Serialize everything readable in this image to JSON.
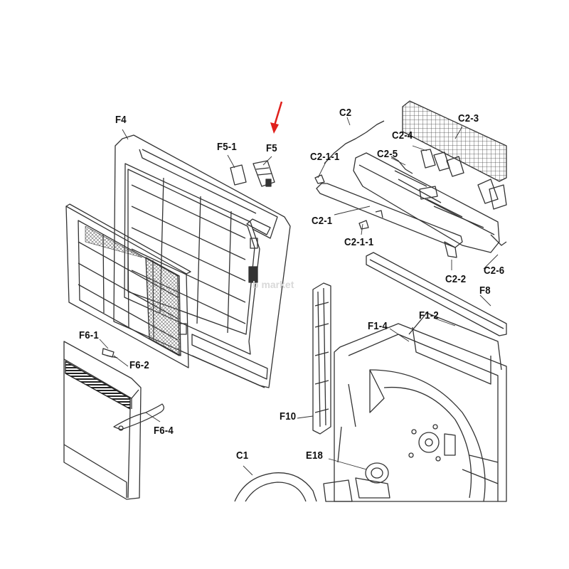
{
  "diagram": {
    "labels": {
      "F4": "F4",
      "F5_1": "F5-1",
      "F5": "F5",
      "C2": "C2",
      "C2_3": "C2-3",
      "C2_4": "C2-4",
      "C2_5": "C2-5",
      "C2_1_1_top": "C2-1-1",
      "C2_1": "C2-1",
      "C2_1_1_bottom": "C2-1-1",
      "C2_2": "C2-2",
      "C2_6": "C2-6",
      "F8": "F8",
      "F1_2": "F1-2",
      "F1_4": "F1-4",
      "F6_1": "F6-1",
      "F6_2": "F6-2",
      "F6_4": "F6-4",
      "F10": "F10",
      "E18": "E18",
      "C1": "C1"
    },
    "watermark": "b market",
    "colors": {
      "line": "#333333",
      "arrow": "#e0201c",
      "mesh": "#555555",
      "watermark": "#d9d9d9"
    }
  }
}
